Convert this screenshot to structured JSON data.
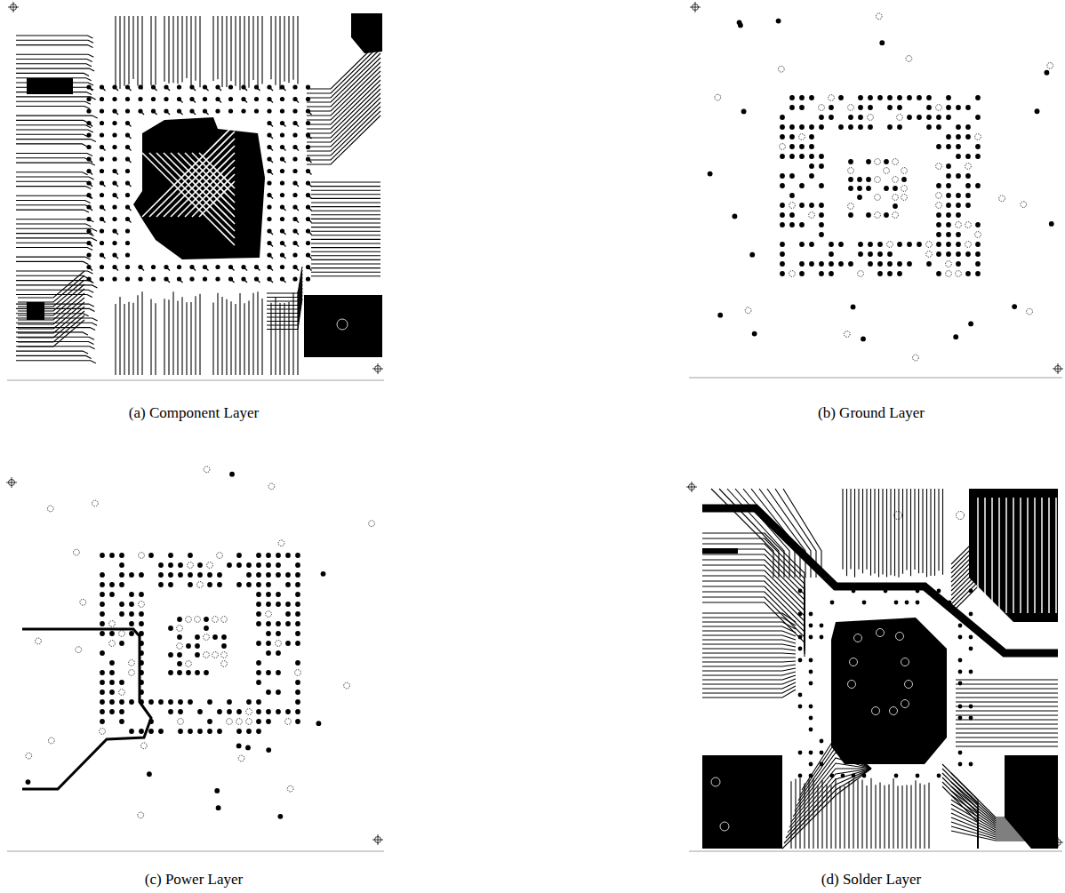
{
  "diagram": {
    "labels": [
      "(a) Component Layer",
      "(b) Ground Layer",
      "(c) Power Layer",
      "(d) Solder Layer"
    ]
  }
}
